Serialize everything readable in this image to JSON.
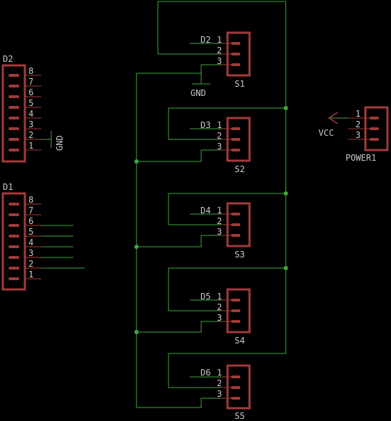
{
  "colors": {
    "background": "#000000",
    "wire": "#3fa83f",
    "part": "#a33a3a",
    "text": "#c8c8c8"
  },
  "connectors": [
    {
      "ref": "D2",
      "pins": [
        "8",
        "7",
        "6",
        "5",
        "4",
        "3",
        "2",
        "1"
      ]
    },
    {
      "ref": "D1",
      "pins": [
        "8",
        "7",
        "6",
        "5",
        "4",
        "3",
        "2",
        "1"
      ]
    }
  ],
  "switches": [
    {
      "ref": "S1",
      "label": "D2",
      "pins": [
        "1",
        "2",
        "3"
      ]
    },
    {
      "ref": "S2",
      "label": "D3",
      "pins": [
        "1",
        "2",
        "3"
      ]
    },
    {
      "ref": "S3",
      "label": "D4",
      "pins": [
        "1",
        "2",
        "3"
      ]
    },
    {
      "ref": "S4",
      "label": "D5",
      "pins": [
        "1",
        "2",
        "3"
      ]
    },
    {
      "ref": "S5",
      "label": "D6",
      "pins": [
        "1",
        "2",
        "3"
      ]
    }
  ],
  "power": {
    "ref": "POWER1",
    "pins": [
      "1",
      "2",
      "3"
    ],
    "supply": "VCC"
  },
  "ground_labels": {
    "s1": "GND",
    "d2": "GND"
  }
}
